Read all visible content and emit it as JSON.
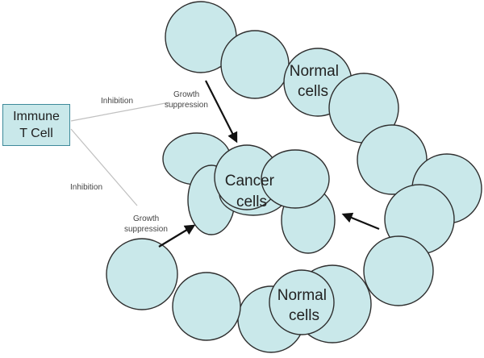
{
  "tcell": {
    "line1": "Immune",
    "line2": "T Cell"
  },
  "labels": {
    "inhibition_top": "Inhibition",
    "growth_top_1": "Growth",
    "growth_top_2": "suppression",
    "inhibition_bottom": "Inhibition",
    "growth_bottom_1": "Growth",
    "growth_bottom_2": "suppression",
    "normal_top_1": "Normal",
    "normal_top_2": "cells",
    "cancer_1": "Cancer",
    "cancer_2": "cells",
    "normal_bottom_1": "Normal",
    "normal_bottom_2": "cells"
  },
  "colors": {
    "cell_fill": "#c9e8ea",
    "cell_stroke": "#2e2e2e",
    "link": "#c0c0c0"
  }
}
